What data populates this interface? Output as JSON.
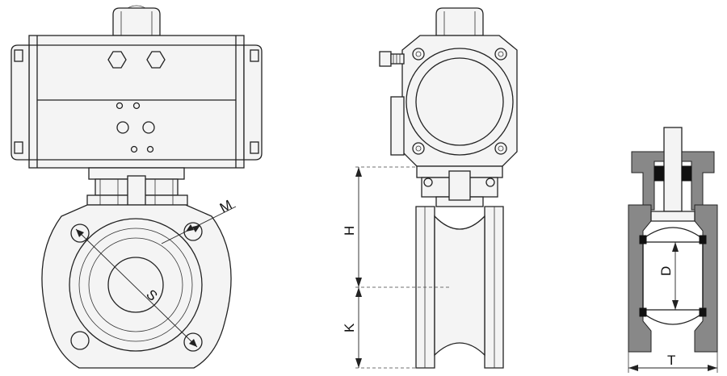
{
  "labels": {
    "M": "M",
    "S": "S",
    "H": "H",
    "K": "K",
    "D": "D",
    "T": "T"
  }
}
